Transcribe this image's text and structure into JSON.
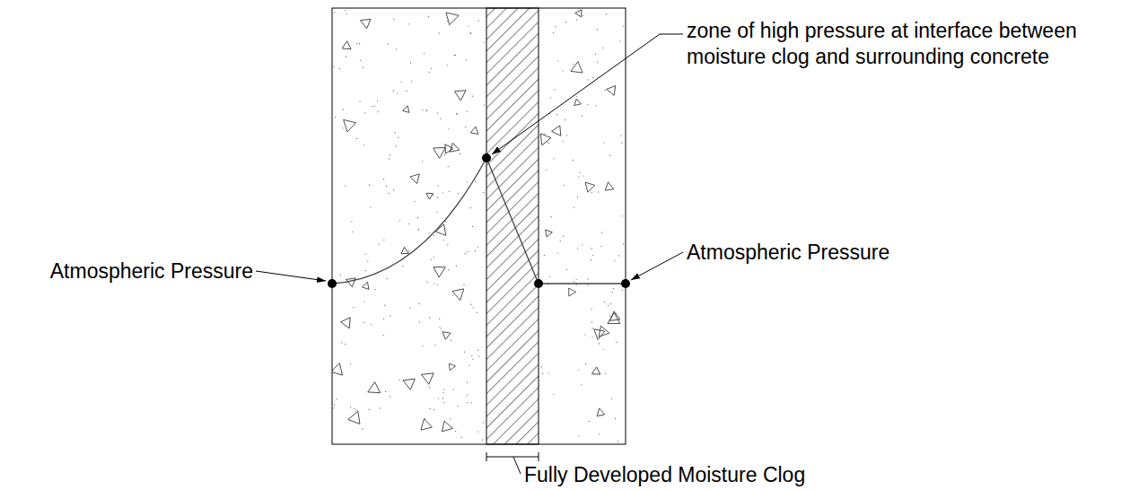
{
  "diagram": {
    "labels": [
      "zone of high pressure at interface between moisture clog and surrounding concrete",
      "Atmospheric Pressure",
      "Atmospheric Pressure",
      "Fully Developed Moisture Clog"
    ]
  }
}
